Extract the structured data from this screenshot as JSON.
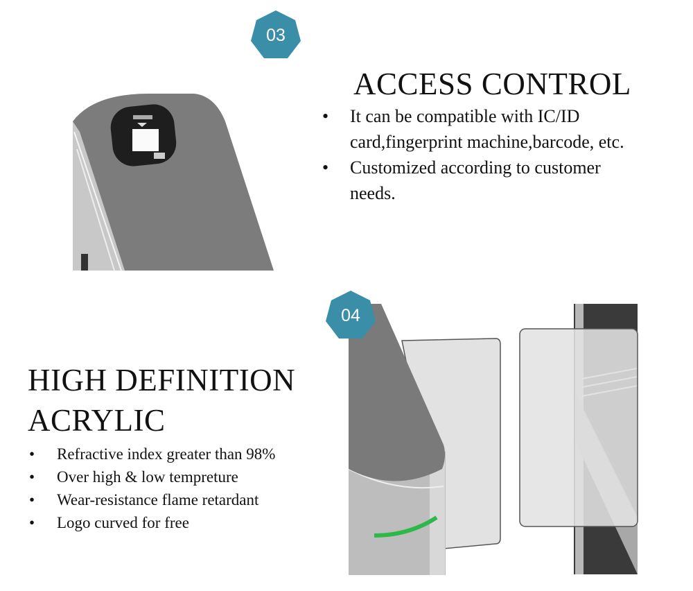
{
  "section3": {
    "badge": "03",
    "title": "ACCESS CONTROL",
    "bullets": [
      "It can be compatible with IC/ID card,fingerprint machine,barcode, etc.",
      "Customized according to customer needs."
    ]
  },
  "section4": {
    "badge": "04",
    "title_line1": "HIGH DEFINITION",
    "title_line2": "ACRYLIC",
    "bullets": [
      "Refractive index greater than 98%",
      "Over high & low tempreture",
      "Wear-resistance flame retardant",
      "Logo curved for free"
    ]
  },
  "colors": {
    "badge": "#3b8ea8",
    "indicator": "#2db84a",
    "body": "#7d7d7d"
  },
  "bullet_glyph": "•"
}
